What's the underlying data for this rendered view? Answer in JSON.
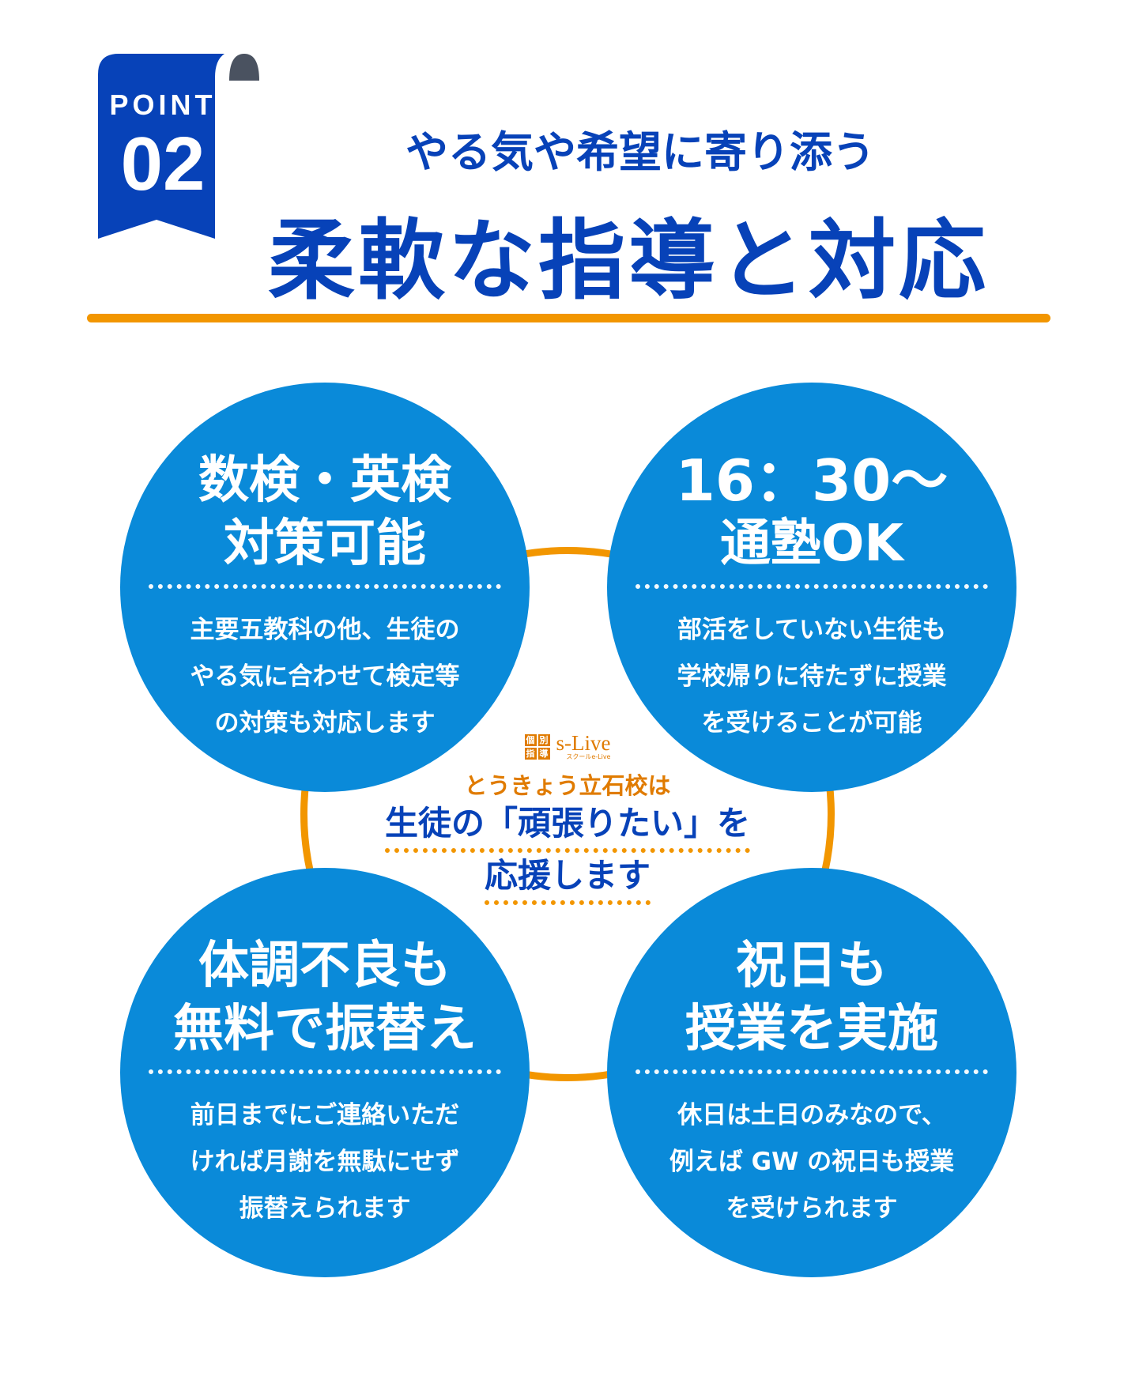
{
  "badge": {
    "label": "POINT",
    "number": "02"
  },
  "header": {
    "subtitle": "やる気や希望に寄り添う",
    "title": "柔軟な指導と対応"
  },
  "center": {
    "logo_mark": [
      "個",
      "別",
      "指",
      "導"
    ],
    "logo_name": "s-Live",
    "logo_sub": "スクールe-Live",
    "school": "とうきょう立石校は",
    "message_line1": "生徒の「頑張りたい」を",
    "message_line2": "応援します"
  },
  "features": [
    {
      "title1": "数検・英検",
      "title2": "対策可能",
      "body": [
        "主要五教科の他、生徒の",
        "やる気に合わせて検定等",
        "の対策も対応します"
      ]
    },
    {
      "title1": "16：30～",
      "title2": "通塾OK",
      "body": [
        "部活をしていない生徒も",
        "学校帰りに待たずに授業",
        "を受けることが可能"
      ]
    },
    {
      "title1": "体調不良も",
      "title2": "無料で振替え",
      "body": [
        "前日までにご連絡いただ",
        "ければ月謝を無駄にせず",
        "振替えられます"
      ]
    },
    {
      "title1": "祝日も",
      "title2": "授業を実施",
      "body": [
        "休日は土日のみなので、",
        "例えば GW の祝日も授業",
        "を受けられます"
      ]
    }
  ],
  "colors": {
    "blue": "#0742b8",
    "circle": "#0a8ad9",
    "orange": "#f29600"
  }
}
